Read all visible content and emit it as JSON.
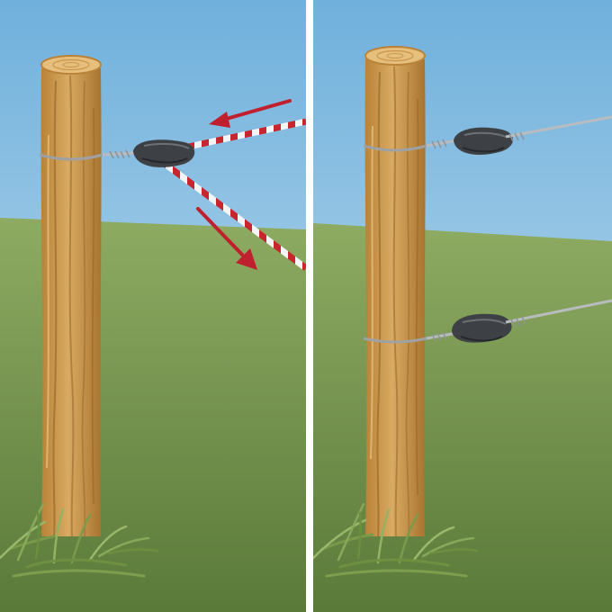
{
  "figure": {
    "panels": [
      {
        "id": "left",
        "shows": [
          "wooden-post",
          "tie-wire",
          "corner-insulator",
          "striped-tape-wire",
          "direction-arrows"
        ],
        "arrow_count": 2
      },
      {
        "id": "right",
        "shows": [
          "wooden-post",
          "tie-wire",
          "insulator",
          "plain-wire"
        ],
        "insulator_count": 2
      }
    ],
    "colors": {
      "sky_top": "#6fb0dc",
      "sky_bottom": "#cfe5f1",
      "grass_top": "#8eab62",
      "grass_bottom": "#5a7a3a",
      "post": "#d2a15b",
      "post_shade": "#a8742f",
      "post_top": "#e6bf7d",
      "wire": "#b9bcbf",
      "tape_red": "#c8262f",
      "arrow": "#c0202e",
      "insulator": "#3d4145"
    }
  }
}
